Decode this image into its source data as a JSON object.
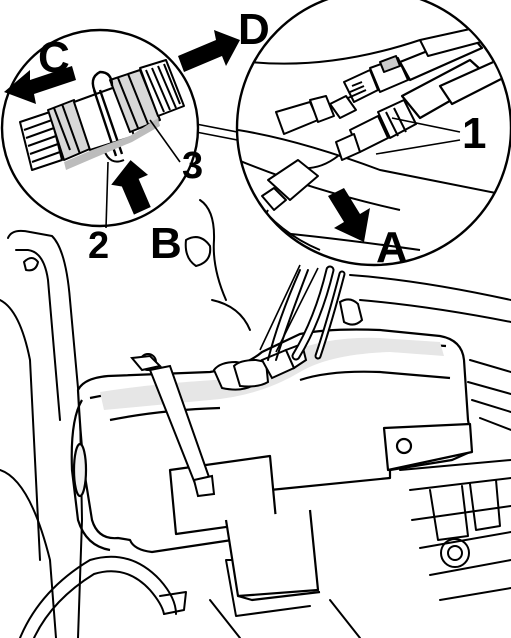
{
  "labels": {
    "a": "A",
    "b": "B",
    "c": "C",
    "d": "D",
    "n1": "1",
    "n2": "2",
    "n3": "3"
  },
  "colors": {
    "ink": "#000000",
    "paper": "#ffffff",
    "shade": "#b9b9b9"
  }
}
